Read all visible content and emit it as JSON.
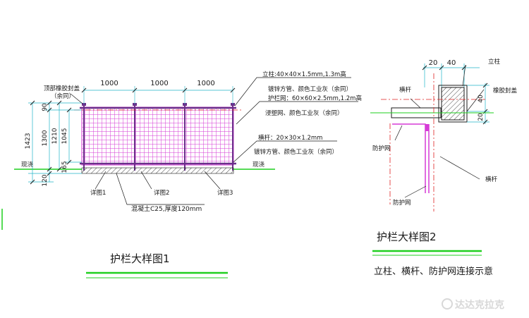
{
  "diagram1": {
    "title": "护栏大样图1",
    "dim_span_1": "1000",
    "dim_span_2": "1000",
    "dim_span_3": "1000",
    "dim_total_height": "1423",
    "dim_top_90": "90",
    "dim_1300": "1300",
    "dim_1210": "1210",
    "dim_1045": "1045",
    "dim_165": "165",
    "dim_120": "120",
    "label_cap_1": "顶部橡胶封盖",
    "label_cap_2": "（余同）",
    "label_post_1": "立柱:40×40×1.5mm,1.3m高",
    "label_post_2": "镀锌方管、颜色工业灰（余同）",
    "label_mesh_1": "护栏网：60×60×2.5mm,1.2m高",
    "label_mesh_2": "浸塑网、颜色工业灰（余同）",
    "label_rail_1": "横杆：20×30×1.2mm",
    "label_rail_2": "镀锌方管、颜色工业灰（余同）",
    "label_ground_left": "现浇",
    "label_ground_right": "现浇",
    "label_detail_1": "详图1",
    "label_detail_2": "详图2",
    "label_detail_3": "详图3",
    "label_concrete": "混凝土C25,厚度120mm"
  },
  "diagram2": {
    "title": "护栏大样图2",
    "subtitle": "立柱、横杆、防护网连接示意",
    "dim_20": "20",
    "dim_40": "40",
    "dim_v40": "40",
    "dim_v20": "20",
    "label_post": "立柱",
    "label_rail_top": "横杆",
    "label_cap": "橡胶封盖",
    "label_net_1": "防护网",
    "label_rail_right": "横杆",
    "label_net_2": "防护网"
  },
  "watermark": "达达克拉克",
  "colors": {
    "mesh": "#d63ad6",
    "frame": "#6a2e8a",
    "green": "#1fcf1f",
    "red": "#e02020",
    "cyan": "#20b5c8",
    "black": "#1a1a1a"
  }
}
